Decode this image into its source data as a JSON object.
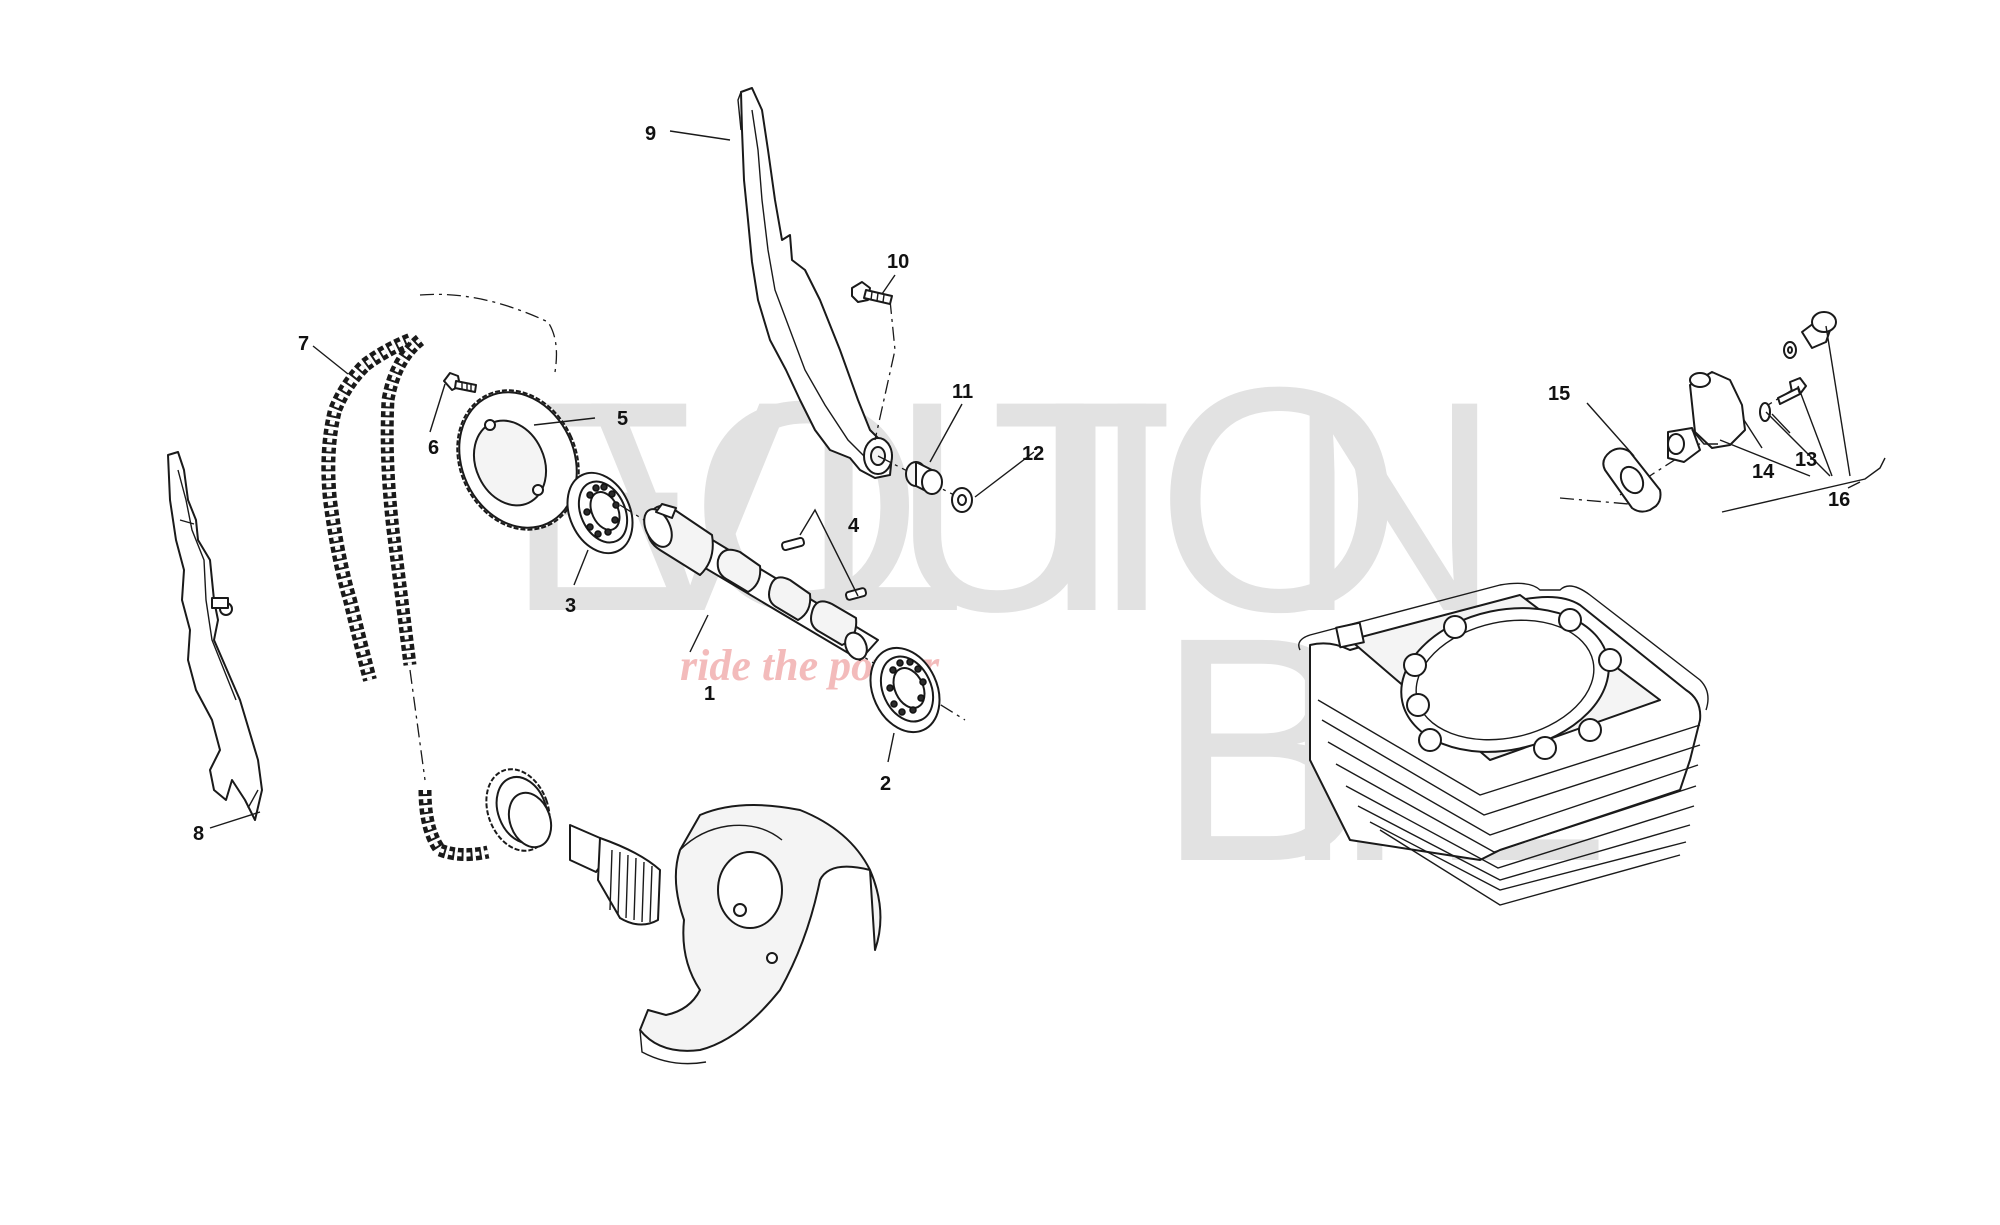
{
  "watermark": {
    "brand_letters": [
      "E",
      "V",
      "O",
      "L",
      "U",
      "T",
      "I",
      "O",
      "N",
      "B",
      "I",
      "K",
      "E"
    ],
    "tagline": "ride the power"
  },
  "callouts": [
    {
      "id": "1",
      "label": "1"
    },
    {
      "id": "2",
      "label": "2"
    },
    {
      "id": "3",
      "label": "3"
    },
    {
      "id": "4",
      "label": "4"
    },
    {
      "id": "5",
      "label": "5"
    },
    {
      "id": "6",
      "label": "6"
    },
    {
      "id": "7",
      "label": "7"
    },
    {
      "id": "8",
      "label": "8"
    },
    {
      "id": "9",
      "label": "9"
    },
    {
      "id": "10",
      "label": "10"
    },
    {
      "id": "11",
      "label": "11"
    },
    {
      "id": "12",
      "label": "12"
    },
    {
      "id": "13",
      "label": "13"
    },
    {
      "id": "14",
      "label": "14"
    },
    {
      "id": "15",
      "label": "15"
    },
    {
      "id": "16",
      "label": "16"
    }
  ],
  "colors": {
    "line": "#1a1a1a",
    "watermark": "#dcdcdc",
    "tagline": "#f3b3b3",
    "background": "#ffffff"
  }
}
